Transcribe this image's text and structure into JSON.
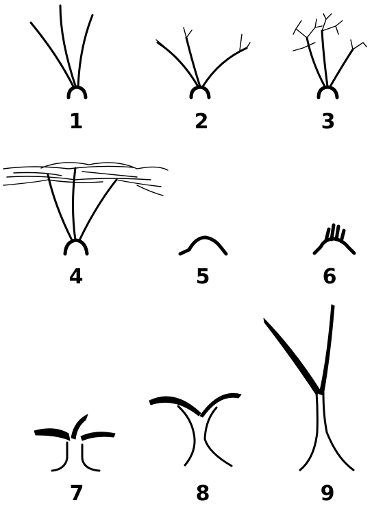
{
  "panels": [
    {
      "label": "1",
      "icon": "grass-blades-icon"
    },
    {
      "label": "2",
      "icon": "forked-stems-icon"
    },
    {
      "label": "3",
      "icon": "branching-tips-icon"
    },
    {
      "label": "4",
      "icon": "spreading-network-icon"
    },
    {
      "label": "5",
      "icon": "arch-mound-icon"
    },
    {
      "label": "6",
      "icon": "tufted-mound-icon"
    },
    {
      "label": "7",
      "icon": "curled-leaves-icon"
    },
    {
      "label": "8",
      "icon": "spread-wings-icon"
    },
    {
      "label": "9",
      "icon": "tall-fork-icon"
    }
  ],
  "colors": {
    "ink": "#000000",
    "background": "#ffffff"
  }
}
